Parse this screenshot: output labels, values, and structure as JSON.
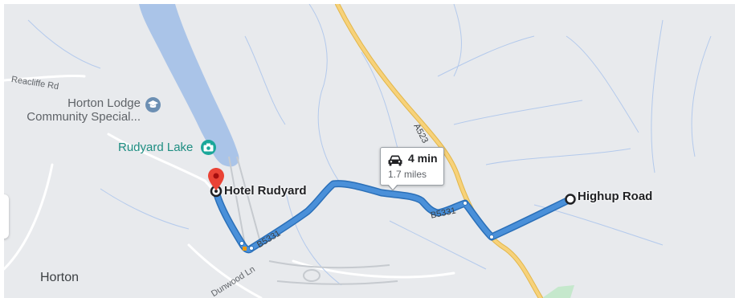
{
  "map": {
    "colors": {
      "land": "#e8eaed",
      "water": "#aac4e8",
      "major_road": "#f3c55a",
      "route": "#4a90d9",
      "route_outline": "#2a6fb8",
      "poi_icon": "#6c8fb3",
      "lake_icon": "#1aa79a",
      "pin": "#ea4335",
      "park": "#c5e8cc"
    },
    "labels": {
      "reacliffe_rd": "Reacliffe Rd",
      "horton_lodge_line1": "Horton Lodge",
      "horton_lodge_line2": "Community Special...",
      "rudyard_lake": "Rudyard Lake",
      "hotel_rudyard": "Hotel Rudyard",
      "highup_road": "Highup Road",
      "horton": "Horton",
      "dunwood_ln": "Dunwood Ln",
      "a523": "A523",
      "b5331_left": "B5331",
      "b5331_right": "B5331"
    },
    "icons": {
      "school": "graduation-cap-icon",
      "camera": "camera-icon",
      "pin": "map-pin-icon",
      "car": "car-icon"
    },
    "route_info": {
      "duration": "4 min",
      "distance": "1.7 miles"
    }
  }
}
